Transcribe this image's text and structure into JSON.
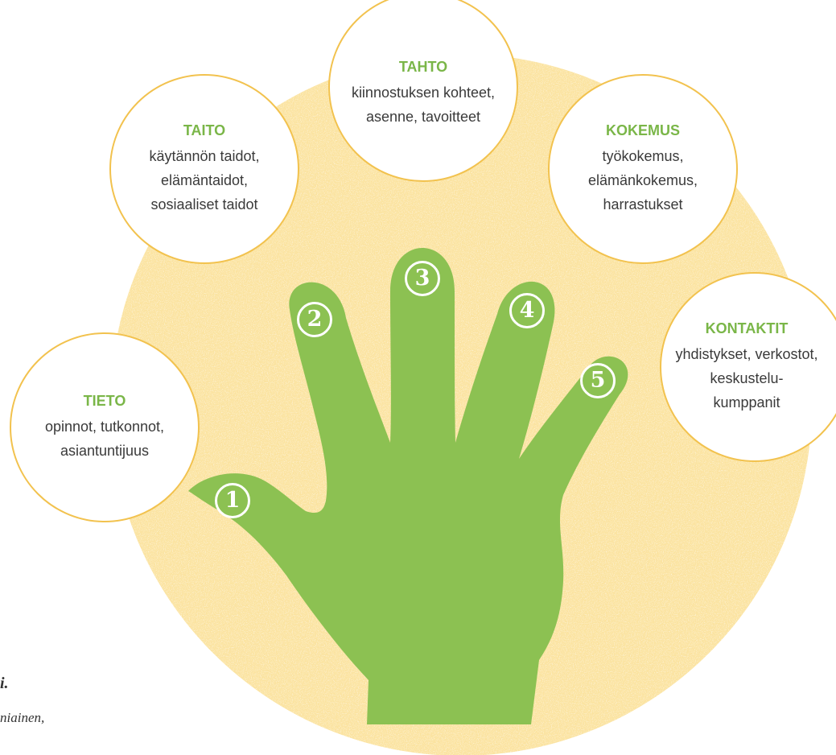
{
  "colors": {
    "background_disc": "#fbe3a0",
    "hand": "#8cc152",
    "bubble_border": "#f2c24e",
    "title_green": "#7ab648",
    "body_text": "#3a3a3a"
  },
  "bubbles": [
    {
      "id": "tieto",
      "title": "TIETO",
      "lines": [
        "opinnot, tutkonnot,",
        "asiantuntijuus"
      ]
    },
    {
      "id": "taito",
      "title": "TAITO",
      "lines": [
        "käytännön taidot,",
        "elämäntaidot,",
        "sosiaaliset taidot"
      ]
    },
    {
      "id": "tahto",
      "title": "TAHTO",
      "lines": [
        "kiinnostuksen kohteet,",
        "asenne, tavoitteet"
      ]
    },
    {
      "id": "kokemus",
      "title": "KOKEMUS",
      "lines": [
        "työkokemus,",
        "elämänkokemus,",
        "harrastukset"
      ]
    },
    {
      "id": "kontaktit",
      "title": "KONTAKTIT",
      "lines": [
        "yhdistykset, verkostot,",
        "keskustelu-",
        "kumppanit"
      ]
    }
  ],
  "finger_numbers": [
    "1",
    "2",
    "3",
    "4",
    "5"
  ],
  "cropped_text": {
    "line1": "i.",
    "line2": "niainen,"
  }
}
